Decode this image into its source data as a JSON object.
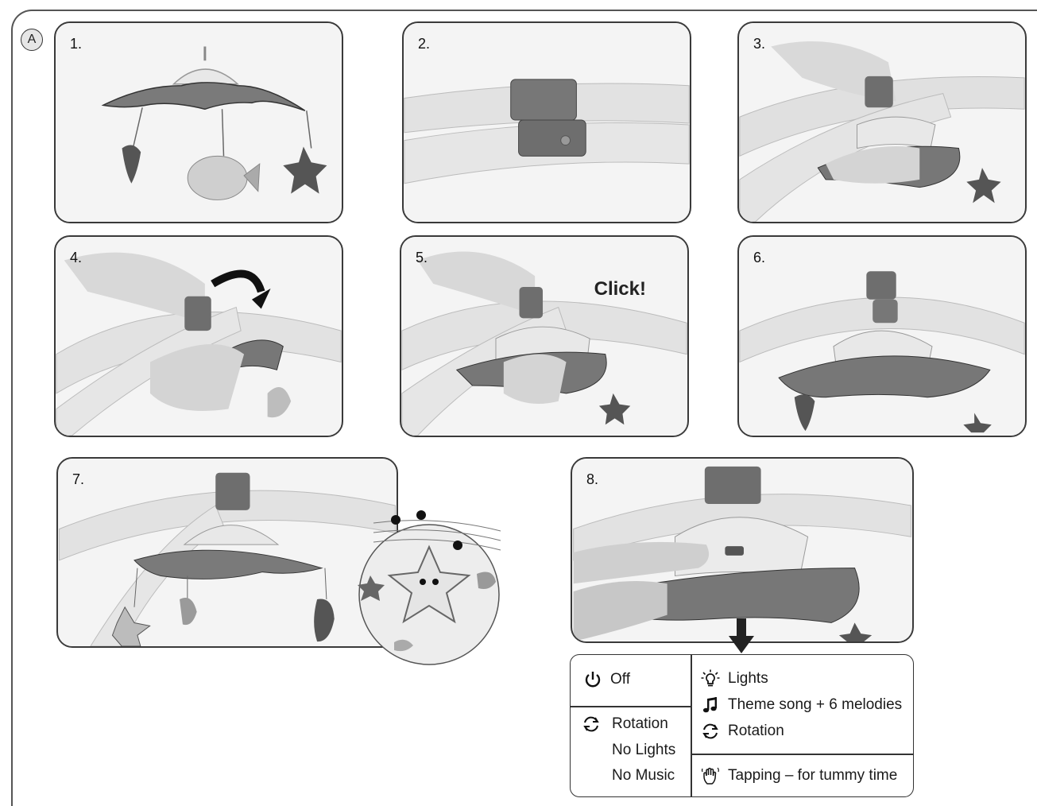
{
  "section_label": "A",
  "steps": [
    {
      "number": "1."
    },
    {
      "number": "2."
    },
    {
      "number": "3."
    },
    {
      "number": "4."
    },
    {
      "number": "5.",
      "callout": "Click!"
    },
    {
      "number": "6."
    },
    {
      "number": "7."
    },
    {
      "number": "8."
    }
  ],
  "legend": {
    "off_mode": {
      "icon": "power-icon",
      "label": "Off"
    },
    "rotation_only_mode": {
      "icon": "rotation-icon",
      "label": "Rotation",
      "notes": [
        "No Lights",
        "No Music"
      ]
    },
    "full_mode": [
      {
        "icon": "lightbulb-icon",
        "label": "Lights"
      },
      {
        "icon": "music-note-icon",
        "label": "Theme song + 6 melodies"
      },
      {
        "icon": "rotation-icon",
        "label": "Rotation"
      }
    ],
    "tap_mode": {
      "icon": "hand-tap-icon",
      "label": "Tapping – for tummy time"
    }
  }
}
